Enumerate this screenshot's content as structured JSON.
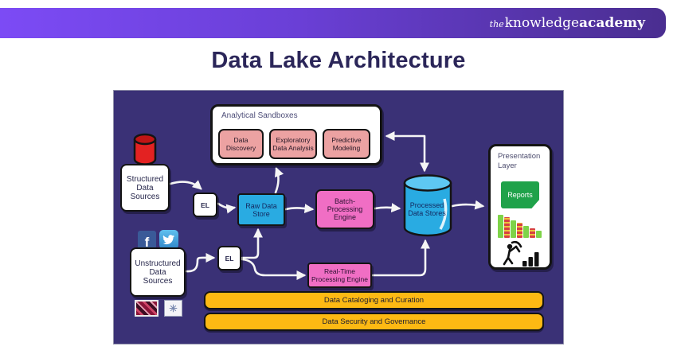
{
  "header": {
    "logo": {
      "the": "the",
      "knowledge": "knowledge",
      "academy": "academy"
    }
  },
  "title": "Data Lake Architecture",
  "diagram": {
    "sources": {
      "structured": {
        "label": "Structured\nData\nSources"
      },
      "unstructured": {
        "label": "Unstructured\nData\nSources"
      }
    },
    "el_left": {
      "label": "EL"
    },
    "el_bottom": {
      "label": "EL"
    },
    "raw_data_store": {
      "label": "Raw Data\nStore"
    },
    "batch_engine": {
      "label": "Batch-\nProcessing\nEngine"
    },
    "realtime_engine": {
      "label": "Real-Time\nProcessing Engine"
    },
    "processed_stores": {
      "label": "Processed\nData Stores"
    },
    "sandboxes": {
      "label": "Analytical Sandboxes",
      "boxes": [
        "Data\nDiscovery",
        "Exploratory\nData Analysis",
        "Predictive\nModeling"
      ]
    },
    "presentation": {
      "label": "Presentation\nLayer",
      "reports_label": "Reports",
      "chart": {
        "bars": [
          {
            "h": 29,
            "striped": false
          },
          {
            "h": 26,
            "striped": true
          },
          {
            "h": 22,
            "striped": false
          },
          {
            "h": 19,
            "striped": true
          },
          {
            "h": 15,
            "striped": false
          },
          {
            "h": 12,
            "striped": true
          },
          {
            "h": 9,
            "striped": false
          }
        ]
      }
    },
    "governance_bars": [
      "Data Cataloging and Curation",
      "Data Security and Governance"
    ],
    "icons": [
      "database-cylinder-icon",
      "facebook-icon",
      "twitter-bird-icon",
      "media-collage-icon",
      "xml-document-icon",
      "reports-icon",
      "bar-chart-icon",
      "data-mining-icon"
    ],
    "colors": {
      "canvas_bg": "#3a3176",
      "header_gradient_start": "#7c4bf5",
      "header_gradient_end": "#4a2e90",
      "title_text": "#2b2659",
      "store_cyan": "#29abe2",
      "engine_pink": "#f06ec4",
      "sandbox_salmon": "#eca2a2",
      "governance_yellow": "#fdb913",
      "source_red": "#e32222",
      "reports_green": "#1fa24a",
      "chart_green": "#7ed348",
      "arrow_white": "#f5f5f5"
    }
  }
}
